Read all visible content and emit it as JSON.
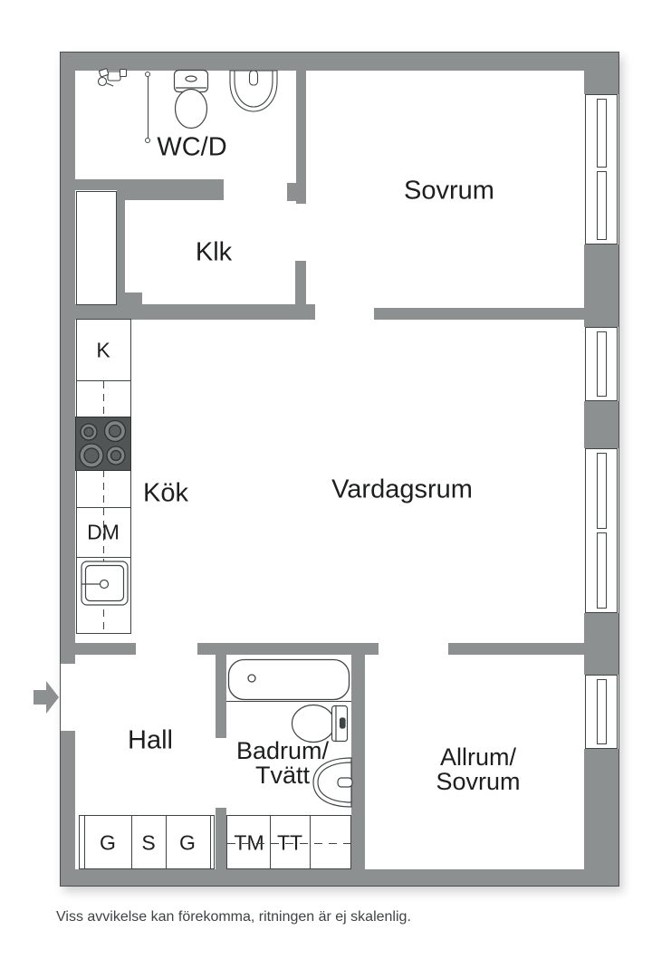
{
  "colors": {
    "wall": "#8c9091",
    "line": "#3e4344",
    "text": "#1d1e1e",
    "stove_body": "#525556",
    "burner_ring": "#7e8384",
    "burner_center": "#5b5f60"
  },
  "rooms": {
    "wcd": {
      "label": "WC/D"
    },
    "klk": {
      "label": "Klk"
    },
    "sovrum": {
      "label": "Sovrum"
    },
    "kok": {
      "label": "Kök"
    },
    "vardagsrum": {
      "label": "Vardagsrum"
    },
    "hall": {
      "label": "Hall"
    },
    "badrum_tvatt": {
      "line1": "Badrum/",
      "line2": "Tvätt"
    },
    "allrum_sovrum": {
      "line1": "Allrum/",
      "line2": "Sovrum"
    }
  },
  "fixtures": {
    "fridge": "K",
    "dishwasher": "DM",
    "wardrobes": [
      "G",
      "S",
      "G"
    ],
    "washing_machine": "TM",
    "tumble_dryer": "TT"
  },
  "footer": {
    "disclaimer": "Viss avvikelse kan förekomma, ritningen är ej skalenlig."
  }
}
